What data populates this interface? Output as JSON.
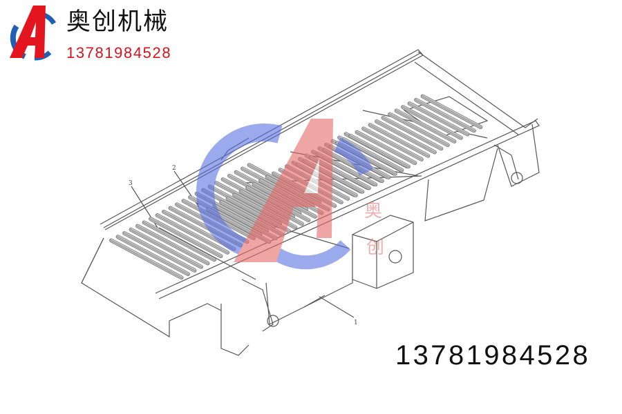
{
  "header": {
    "logo": {
      "icon": "ac-logo-icon",
      "colors": {
        "letter": "#e3161f",
        "ring": "#1f5fb4"
      }
    },
    "company_name": "奥创机械",
    "phone": "13781984528",
    "phone_color": "#d4141d"
  },
  "drawing": {
    "subject": "vibrating grizzly screen line drawing",
    "part_labels": [
      "1",
      "2",
      "3"
    ],
    "watermark": {
      "icon": "ac-logo-watermark-icon",
      "chars": [
        "奥",
        "创"
      ],
      "colors": {
        "letter": "#e76a6a",
        "ring": "#5a72e0"
      }
    }
  },
  "footer": {
    "phone": "13781984528"
  }
}
